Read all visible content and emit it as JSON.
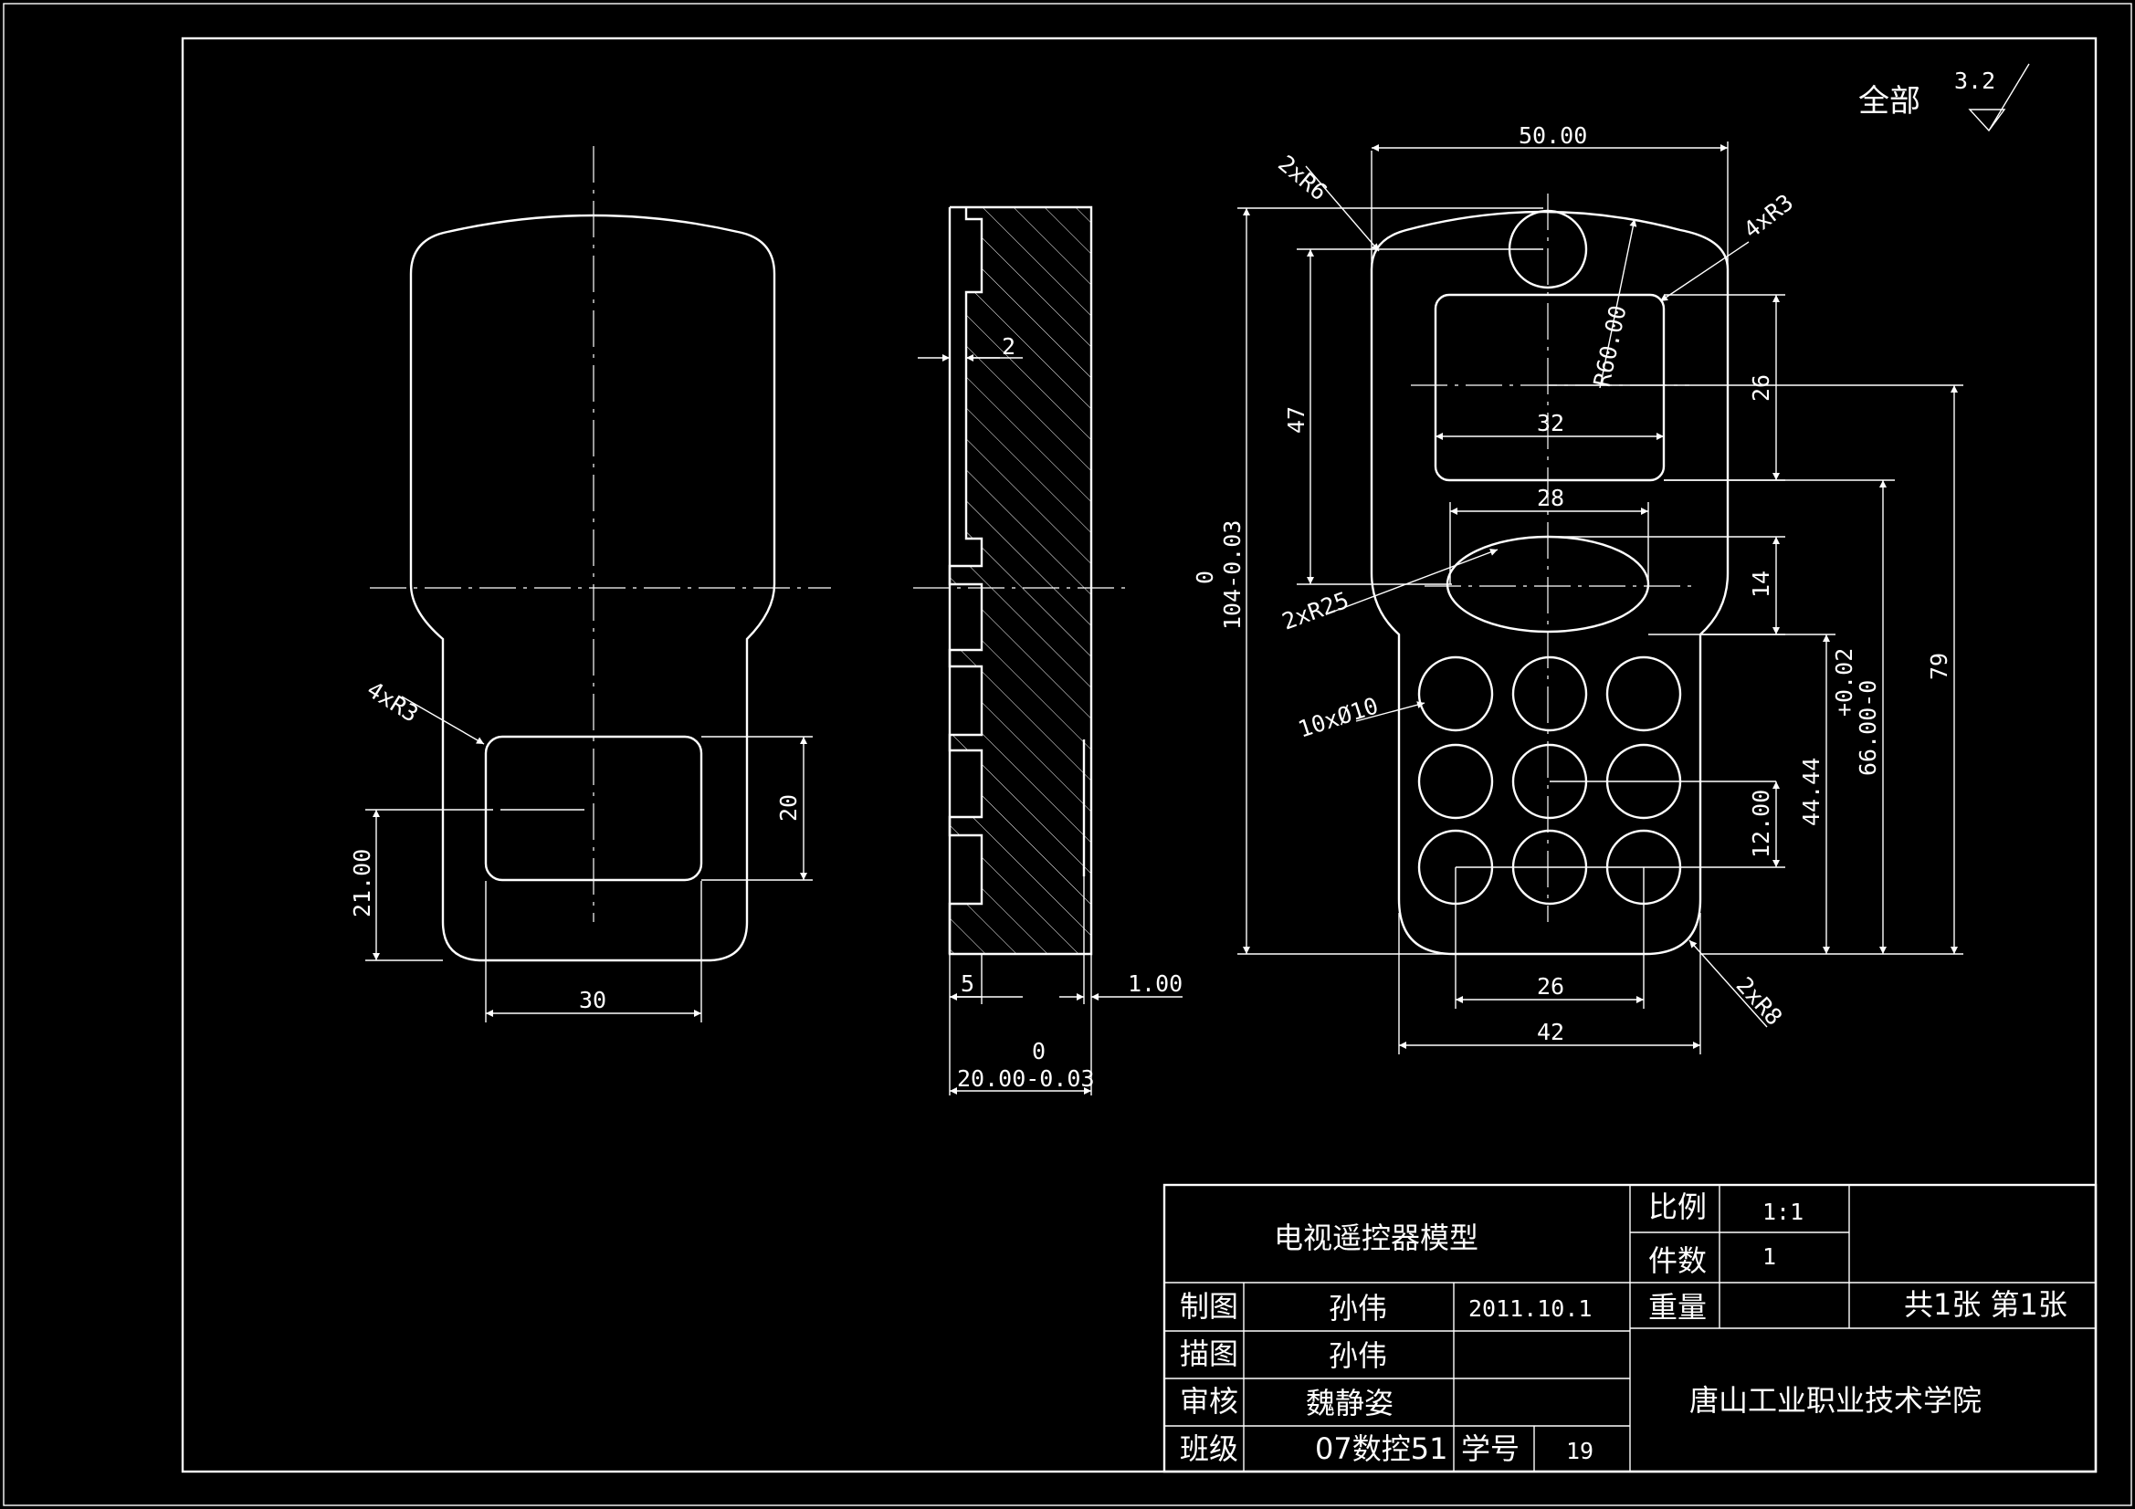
{
  "header": {
    "surface_label": "全部",
    "surface_value": "3.2"
  },
  "front_view": {
    "callout_radius": "4xR3",
    "dim_width": "30",
    "dim_window_height": "20",
    "dim_offset": "21.00"
  },
  "section_view": {
    "dim_depth": "2",
    "dim_wall": "5",
    "dim_step": "1.00",
    "dim_thickness_tol": "0",
    "dim_thickness": "20.00-0.03"
  },
  "main_view": {
    "dim_width": "50.00",
    "callout_top_radius": "2xR6",
    "callout_corner_radius": "4xR3",
    "callout_arc_radius": "R60.00",
    "dim_screen_width": "32",
    "dim_screen_height": "26",
    "dim_47": "47",
    "dim_28": "28",
    "dim_14": "14",
    "callout_oval_radius": "2xR25",
    "callout_buttons": "10xØ10",
    "dim_height_tol": "0",
    "dim_height": "104-0.03",
    "dim_79": "79",
    "dim_66_tol": "+0.02",
    "dim_66": "66.00-0",
    "dim_44": "44.44",
    "dim_12": "12.00",
    "dim_26": "26",
    "callout_bottom_radius": "2xR8",
    "dim_42": "42"
  },
  "title_block": {
    "part_name": "电视遥控器模型",
    "scale_label": "比例",
    "scale_value": "1:1",
    "qty_label": "件数",
    "qty_value": "1",
    "weight_label": "重量",
    "sheets": "共1张 第1张",
    "drawn_label": "制图",
    "drawn_by": "孙伟",
    "date": "2011.10.1",
    "traced_label": "描图",
    "traced_by": "孙伟",
    "review_label": "审核",
    "reviewed_by": "魏静姿",
    "class_label": "班级",
    "class_value": "07数控51",
    "student_no_label": "学号",
    "student_no": "19",
    "school": "唐山工业职业技术学院"
  }
}
